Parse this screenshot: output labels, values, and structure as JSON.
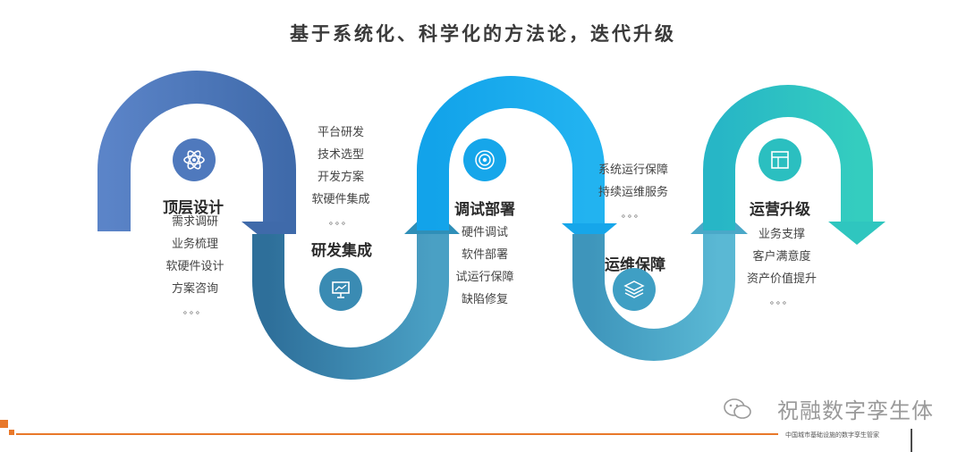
{
  "title": "基于系统化、科学化的方法论，迭代升级",
  "stages": [
    {
      "title": "顶层设计",
      "icon": "atom-icon",
      "items": [
        "需求调研",
        "业务梳理",
        "软硬件设计",
        "方案咨询",
        "。。。"
      ]
    },
    {
      "title": "研发集成",
      "icon": "presentation-icon",
      "items": [
        "平台研发",
        "技术选型",
        "开发方案",
        "软硬件集成",
        "。。。"
      ]
    },
    {
      "title": "调试部署",
      "icon": "target-icon",
      "items": [
        "硬件调试",
        "软件部署",
        "试运行保障",
        "缺陷修复"
      ]
    },
    {
      "title": "运维保障",
      "icon": "layers-icon",
      "items": [
        "系统运行保障",
        "持续运维服务",
        "。。。"
      ]
    },
    {
      "title": "运营升级",
      "icon": "window-icon",
      "items": [
        "业务支撑",
        "客户满意度",
        "资产价值提升",
        "。。。"
      ]
    }
  ],
  "colors": {
    "stage1": "#4f79bd",
    "stage2": "#3e8fb3",
    "stage3": "#1aa3e8",
    "stage4": "#4aa6c6",
    "stage5": "#2cc0c0",
    "footer_line": "#e8782a"
  },
  "watermark": "祝融数字孪生体",
  "footnote": "中国城市基础设施的数字孪生管家"
}
